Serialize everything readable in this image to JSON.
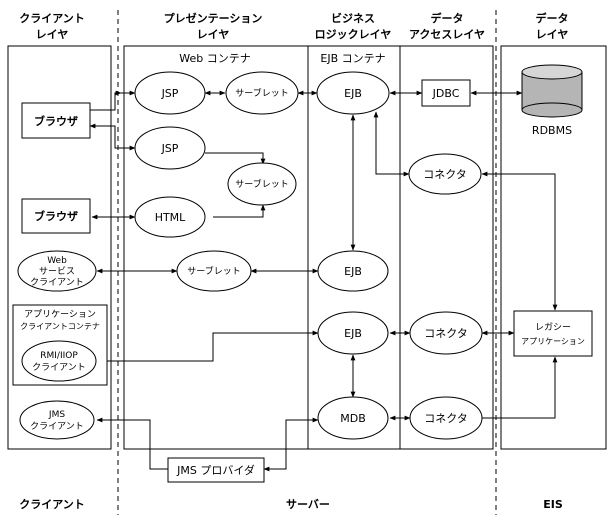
{
  "columns": {
    "client": [
      "クライアント",
      "レイヤ"
    ],
    "presentation": [
      "プレゼンテーション",
      "レイヤ"
    ],
    "business": [
      "ビジネス",
      "ロジックレイヤ"
    ],
    "data_access": [
      "データ",
      "アクセスレイヤ"
    ],
    "data": [
      "データ",
      "レイヤ"
    ]
  },
  "containers": {
    "web": "Web コンテナ",
    "ejb": "EJB コンテナ"
  },
  "nodes": {
    "browser1": "ブラウザ",
    "browser2": "ブラウザ",
    "ws_client": [
      "Web",
      "サービス",
      "クライアント"
    ],
    "app_client_container": [
      "アプリケーション",
      "クライアントコンテナ"
    ],
    "rmi_client": [
      "RMI/IIOP",
      "クライアント"
    ],
    "jms_client": [
      "JMS",
      "クライアント"
    ],
    "jsp1": "JSP",
    "servlet1": "サーブレット",
    "jsp2": "JSP",
    "servlet2": "サーブレット",
    "html": "HTML",
    "servlet3": "サーブレット",
    "jms_provider": "JMS プロバイダ",
    "ejb1": "EJB",
    "ejb2": "EJB",
    "ejb3": "EJB",
    "mdb": "MDB",
    "jdbc": "JDBC",
    "connector1": "コネクタ",
    "connector2": "コネクタ",
    "connector3": "コネクタ",
    "rdbms": "RDBMS",
    "legacy": [
      "レガシー",
      "アプリケーション"
    ]
  },
  "footer": {
    "client": "クライアント",
    "server": "サーバー",
    "eis": "EIS"
  }
}
